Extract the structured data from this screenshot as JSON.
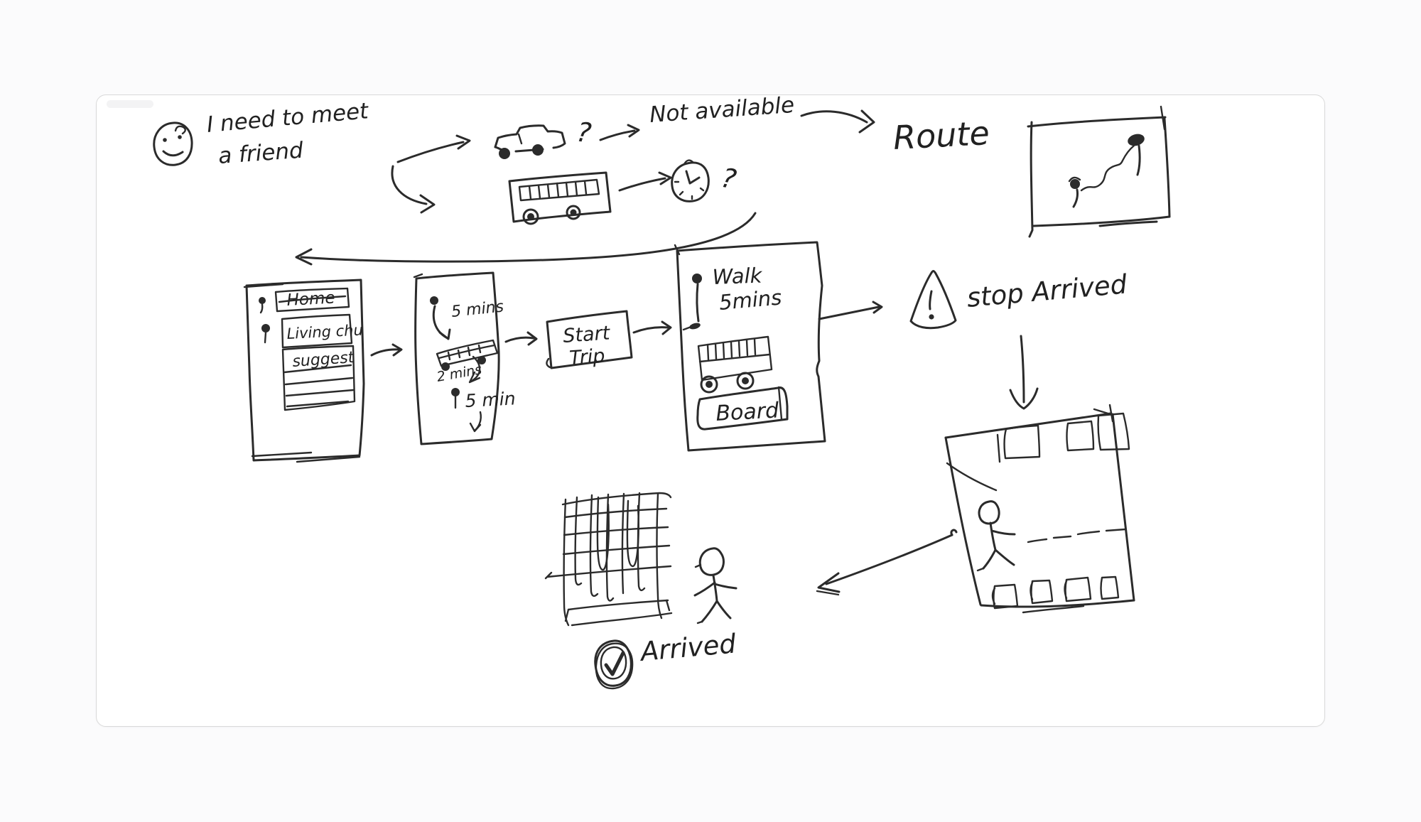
{
  "page": {
    "background": "#fbfbfc"
  },
  "card": {
    "background": "#ffffff",
    "border_color": "#d9d9d9"
  },
  "ink_color": "#2b2b2b",
  "labels": {
    "intro_line1": "I need to meet",
    "intro_line2": "a friend",
    "car_question": "?",
    "not_available": "Not available",
    "route": "Route",
    "clock_question": "?",
    "screen1_field_home": "Home",
    "screen1_field_living": "Living chu",
    "screen1_suggest": "suggest",
    "screen2_walk_first": "5 mins",
    "screen2_ride": "2 mins",
    "screen2_walk_last": "5 min",
    "start_trip_line1": "Start",
    "start_trip_line2": "Trip",
    "screen3_walk": "Walk",
    "screen3_walk_time": "5mins",
    "screen3_board": "Board",
    "stop_arrived": "stop Arrived",
    "arrived": "Arrived"
  },
  "icons": {
    "smiley-face-icon": "smiling face",
    "car-icon": "car (side view)",
    "bus-icon": "bus (side view)",
    "clock-icon": "clock with hands",
    "route-map-icon": "map card with two pins and wavy route",
    "warning-triangle-icon": "triangle with exclamation mark",
    "bus-interior-icon": "bus interior with standing person, windows and seats",
    "map-grid-icon": "street grid sketch",
    "walking-person-icon": "stick figure walking",
    "check-circle-icon": "double circle with checkmark"
  }
}
